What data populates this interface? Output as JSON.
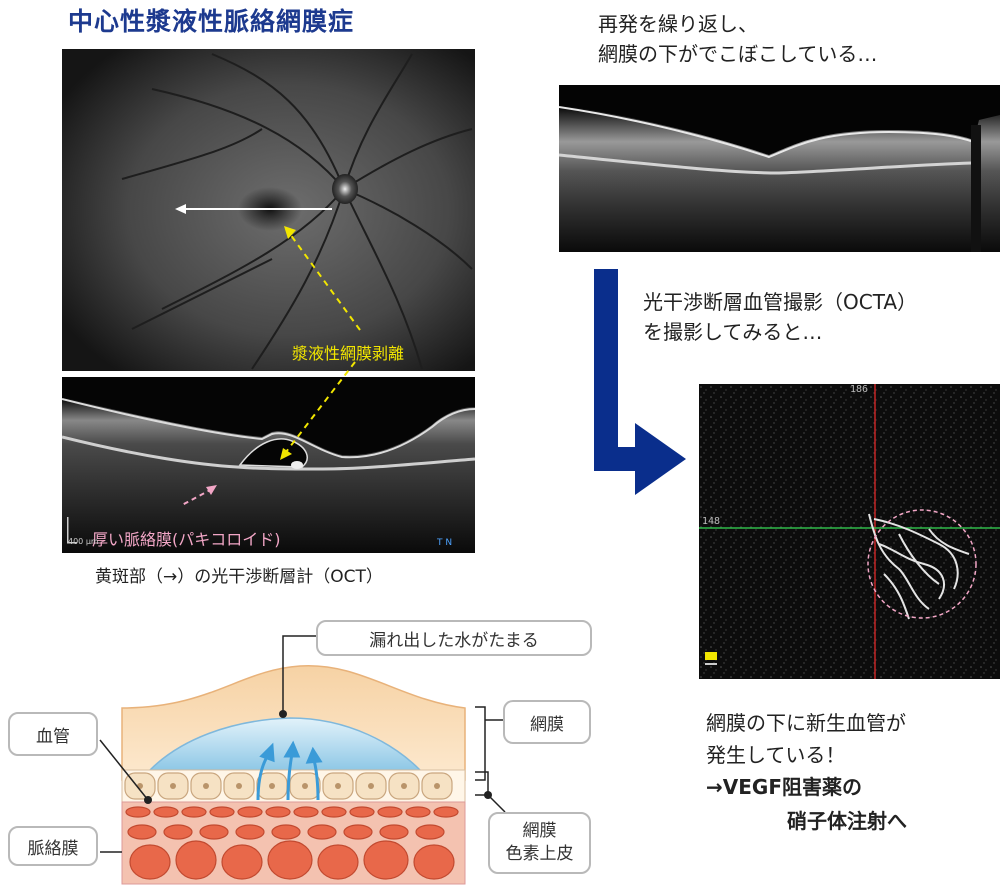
{
  "title": "中心性漿液性脈絡網膜症",
  "fundus": {
    "label_srd": "漿液性網膜剥離"
  },
  "oct_left": {
    "label_pachy": "厚い脈絡膜(パキコロイド)",
    "scale_text": "400 µm",
    "corner_text": "T N",
    "caption": "黄斑部（→）の光干渉断層計（OCT）"
  },
  "oct_right": {
    "line1": "再発を繰り返し、",
    "line2": "網膜の下がでこぼこしている…"
  },
  "octa_text": {
    "line1": "光干渉断層血管撮影（OCTA）",
    "line2": "を撮影してみると…"
  },
  "octa_image": {
    "top_number": "186",
    "left_number": "148"
  },
  "result": {
    "line1": "網膜の下に新生血管が",
    "line2": "発生している！",
    "line3": "→VEGF阻害薬の",
    "line4": "硝子体注射へ"
  },
  "diagram": {
    "leak": "漏れ出した水がたまる",
    "vessel": "血管",
    "retina": "網膜",
    "choroid": "脈絡膜",
    "rpe_line1": "網膜",
    "rpe_line2": "色素上皮"
  },
  "colors": {
    "title_blue": "#1d3a8f",
    "arrow_blue": "#0a2e8c",
    "yellow": "#f2e600",
    "pink": "#f2a6c6",
    "retina_fill": "#fbe3c3",
    "fluid": "#a9d6ee",
    "choroid": "#e8684a"
  }
}
